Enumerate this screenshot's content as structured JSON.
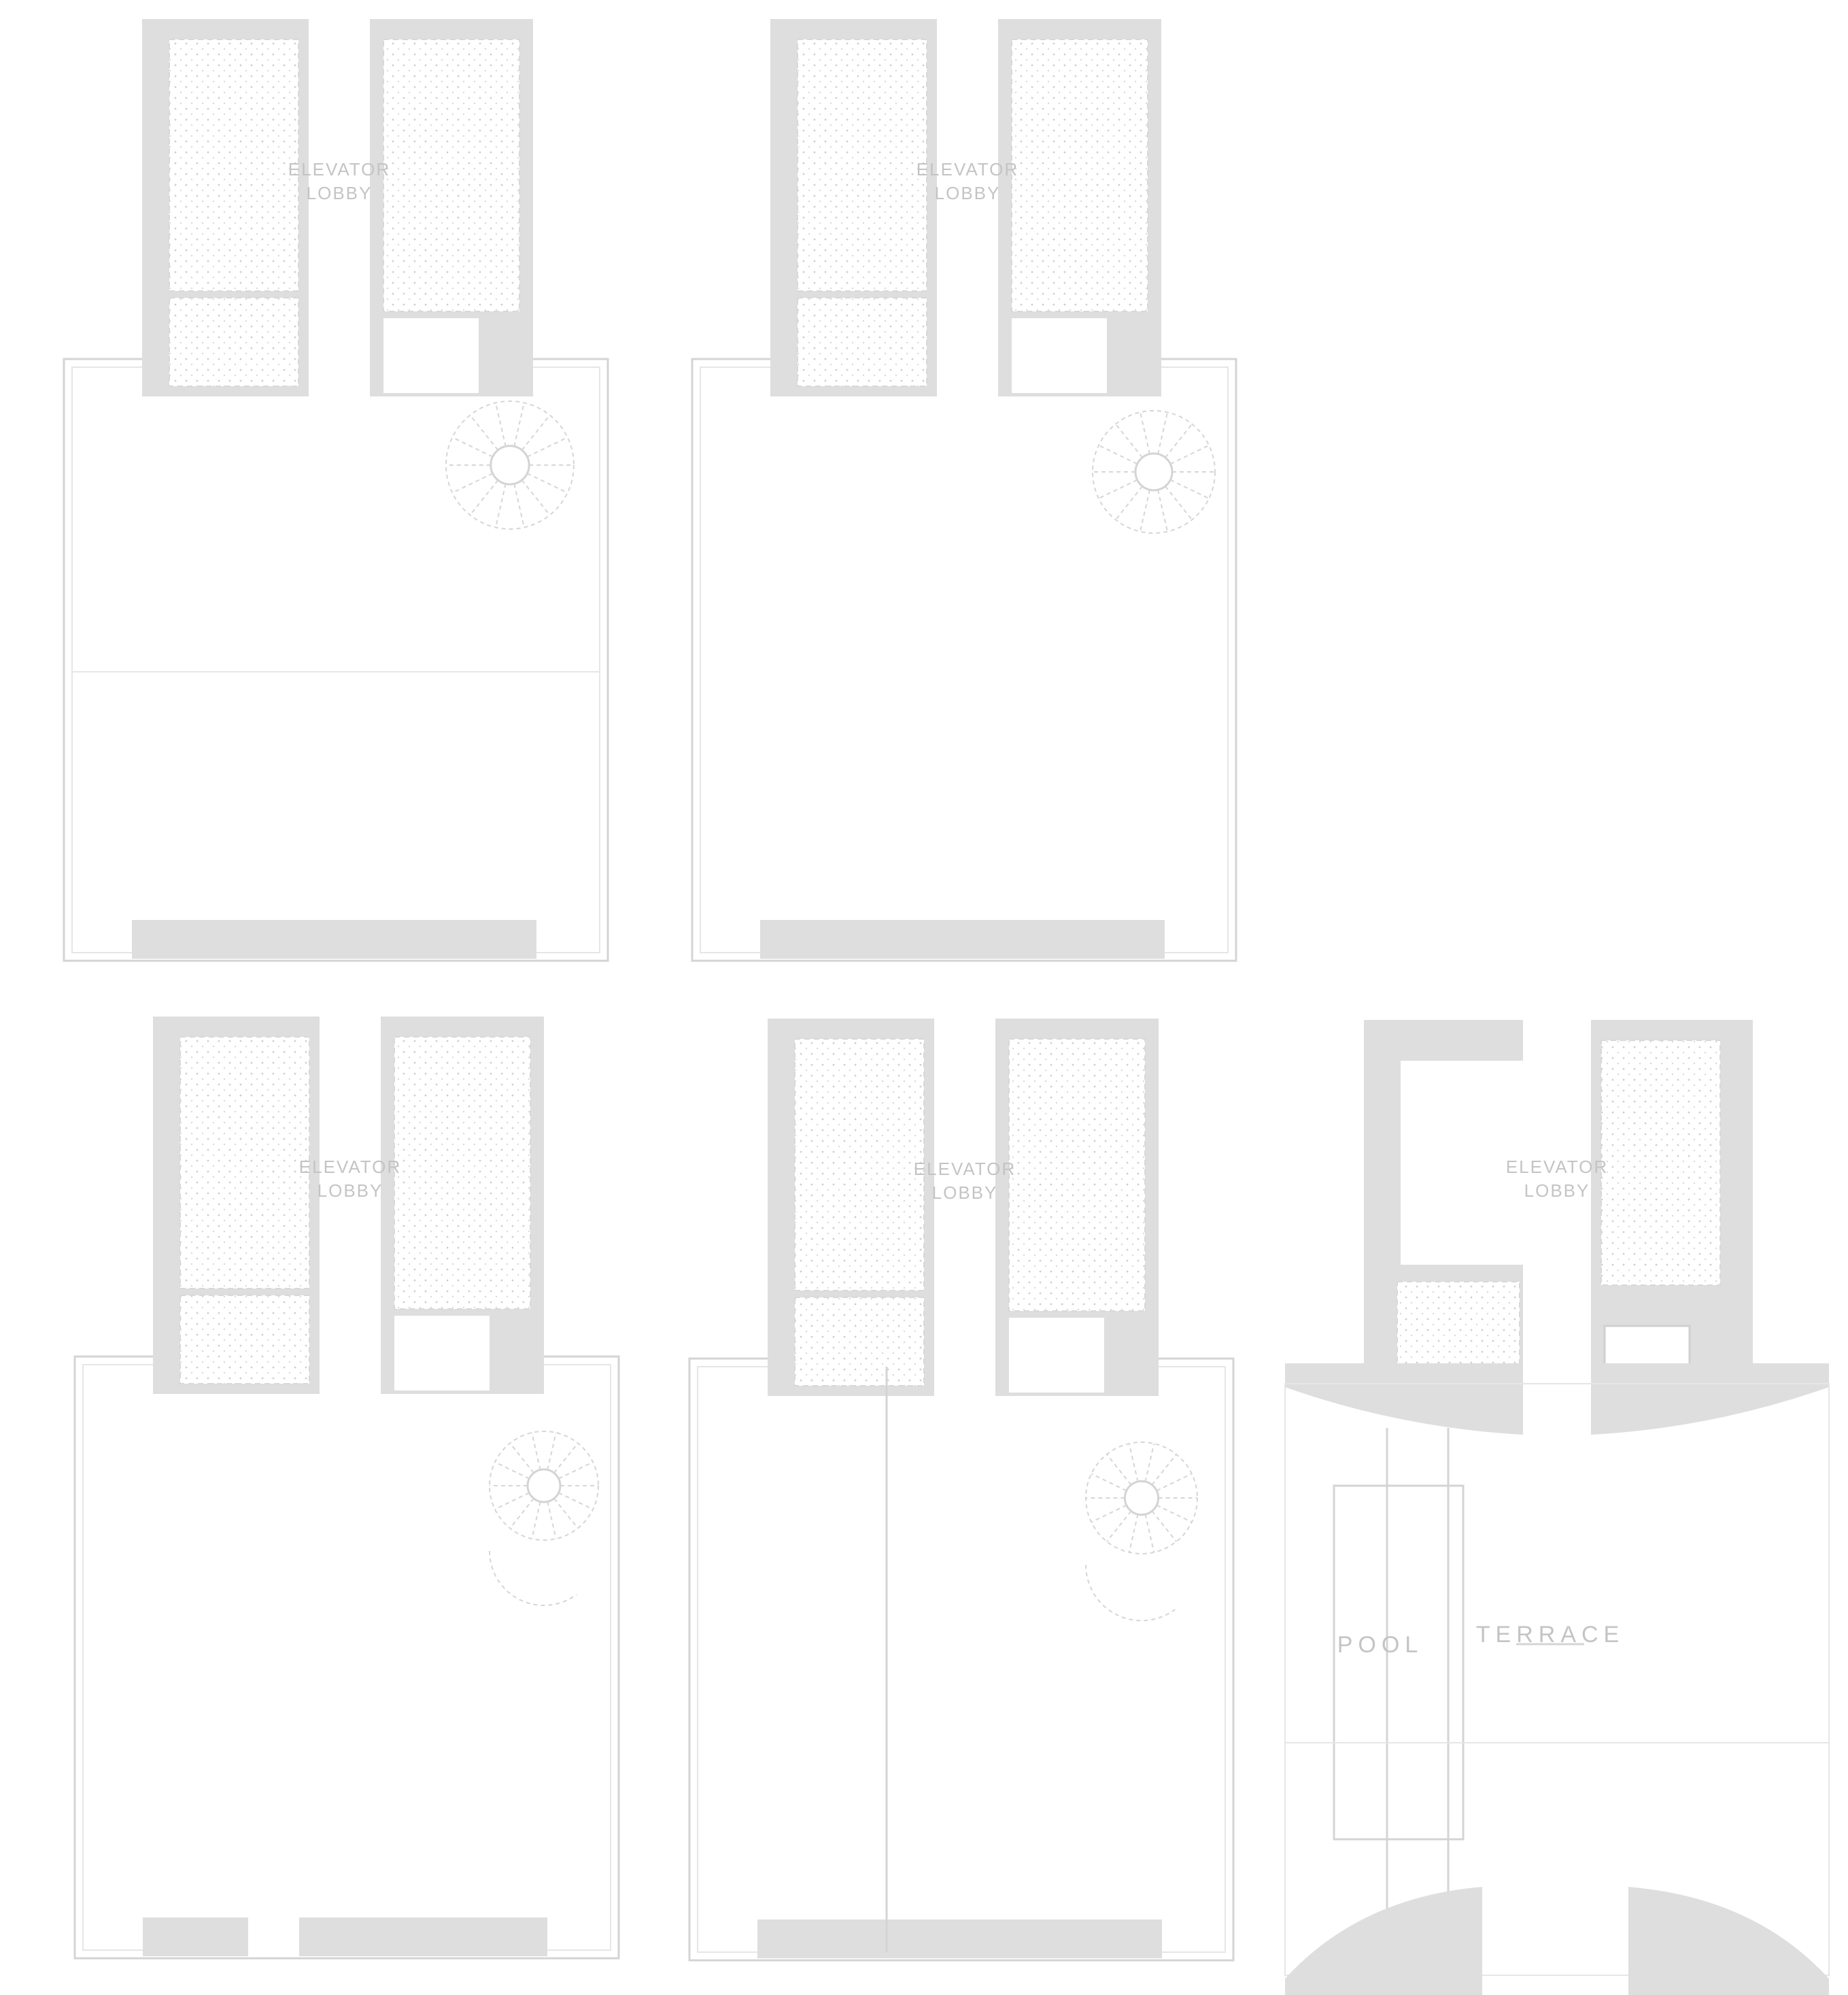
{
  "plans": [
    {
      "lobby_line1": "ELEVATOR",
      "lobby_line2": "LOBBY"
    },
    {
      "lobby_line1": "ELEVATOR",
      "lobby_line2": "LOBBY"
    },
    {
      "lobby_line1": "ELEVATOR",
      "lobby_line2": "LOBBY"
    },
    {
      "lobby_line1": "ELEVATOR",
      "lobby_line2": "LOBBY"
    },
    {
      "lobby_line1": "ELEVATOR",
      "lobby_line2": "LOBBY",
      "pool": "POOL",
      "terrace": "TERRACE"
    }
  ],
  "colors": {
    "wall": "#dedede",
    "line": "#d4d4d4",
    "text": "#c4c4c4"
  }
}
